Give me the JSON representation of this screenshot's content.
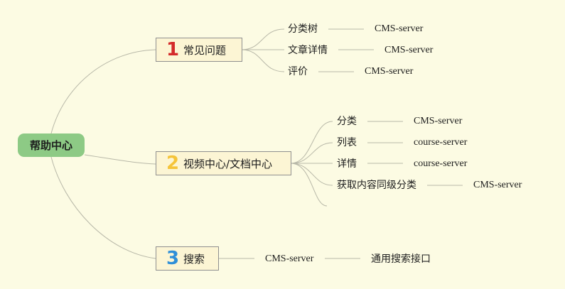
{
  "root": {
    "label": "帮助中心"
  },
  "branches": [
    {
      "number": "1",
      "number_color": "#d42a2a",
      "label": "常见问题",
      "items": [
        {
          "label": "分类树",
          "service": "CMS-server"
        },
        {
          "label": "文章详情",
          "service": "CMS-server"
        },
        {
          "label": "评价",
          "service": "CMS-server"
        }
      ]
    },
    {
      "number": "2",
      "number_color": "#f5c43a",
      "label": "视频中心/文档中心",
      "items": [
        {
          "label": "分类",
          "service": "CMS-server"
        },
        {
          "label": "列表",
          "service": "course-server"
        },
        {
          "label": "详情",
          "service": "course-server"
        },
        {
          "label": "获取内容同级分类",
          "service": "CMS-server"
        }
      ]
    },
    {
      "number": "3",
      "number_color": "#2f8fd8",
      "label": "搜索",
      "service": "CMS-server",
      "detail": "通用搜索接口"
    }
  ],
  "colors": {
    "background": "#fcfbe3",
    "root_fill": "#8dca85",
    "branch_fill": "#fcf5d4",
    "connector": "#b8b8a8"
  }
}
